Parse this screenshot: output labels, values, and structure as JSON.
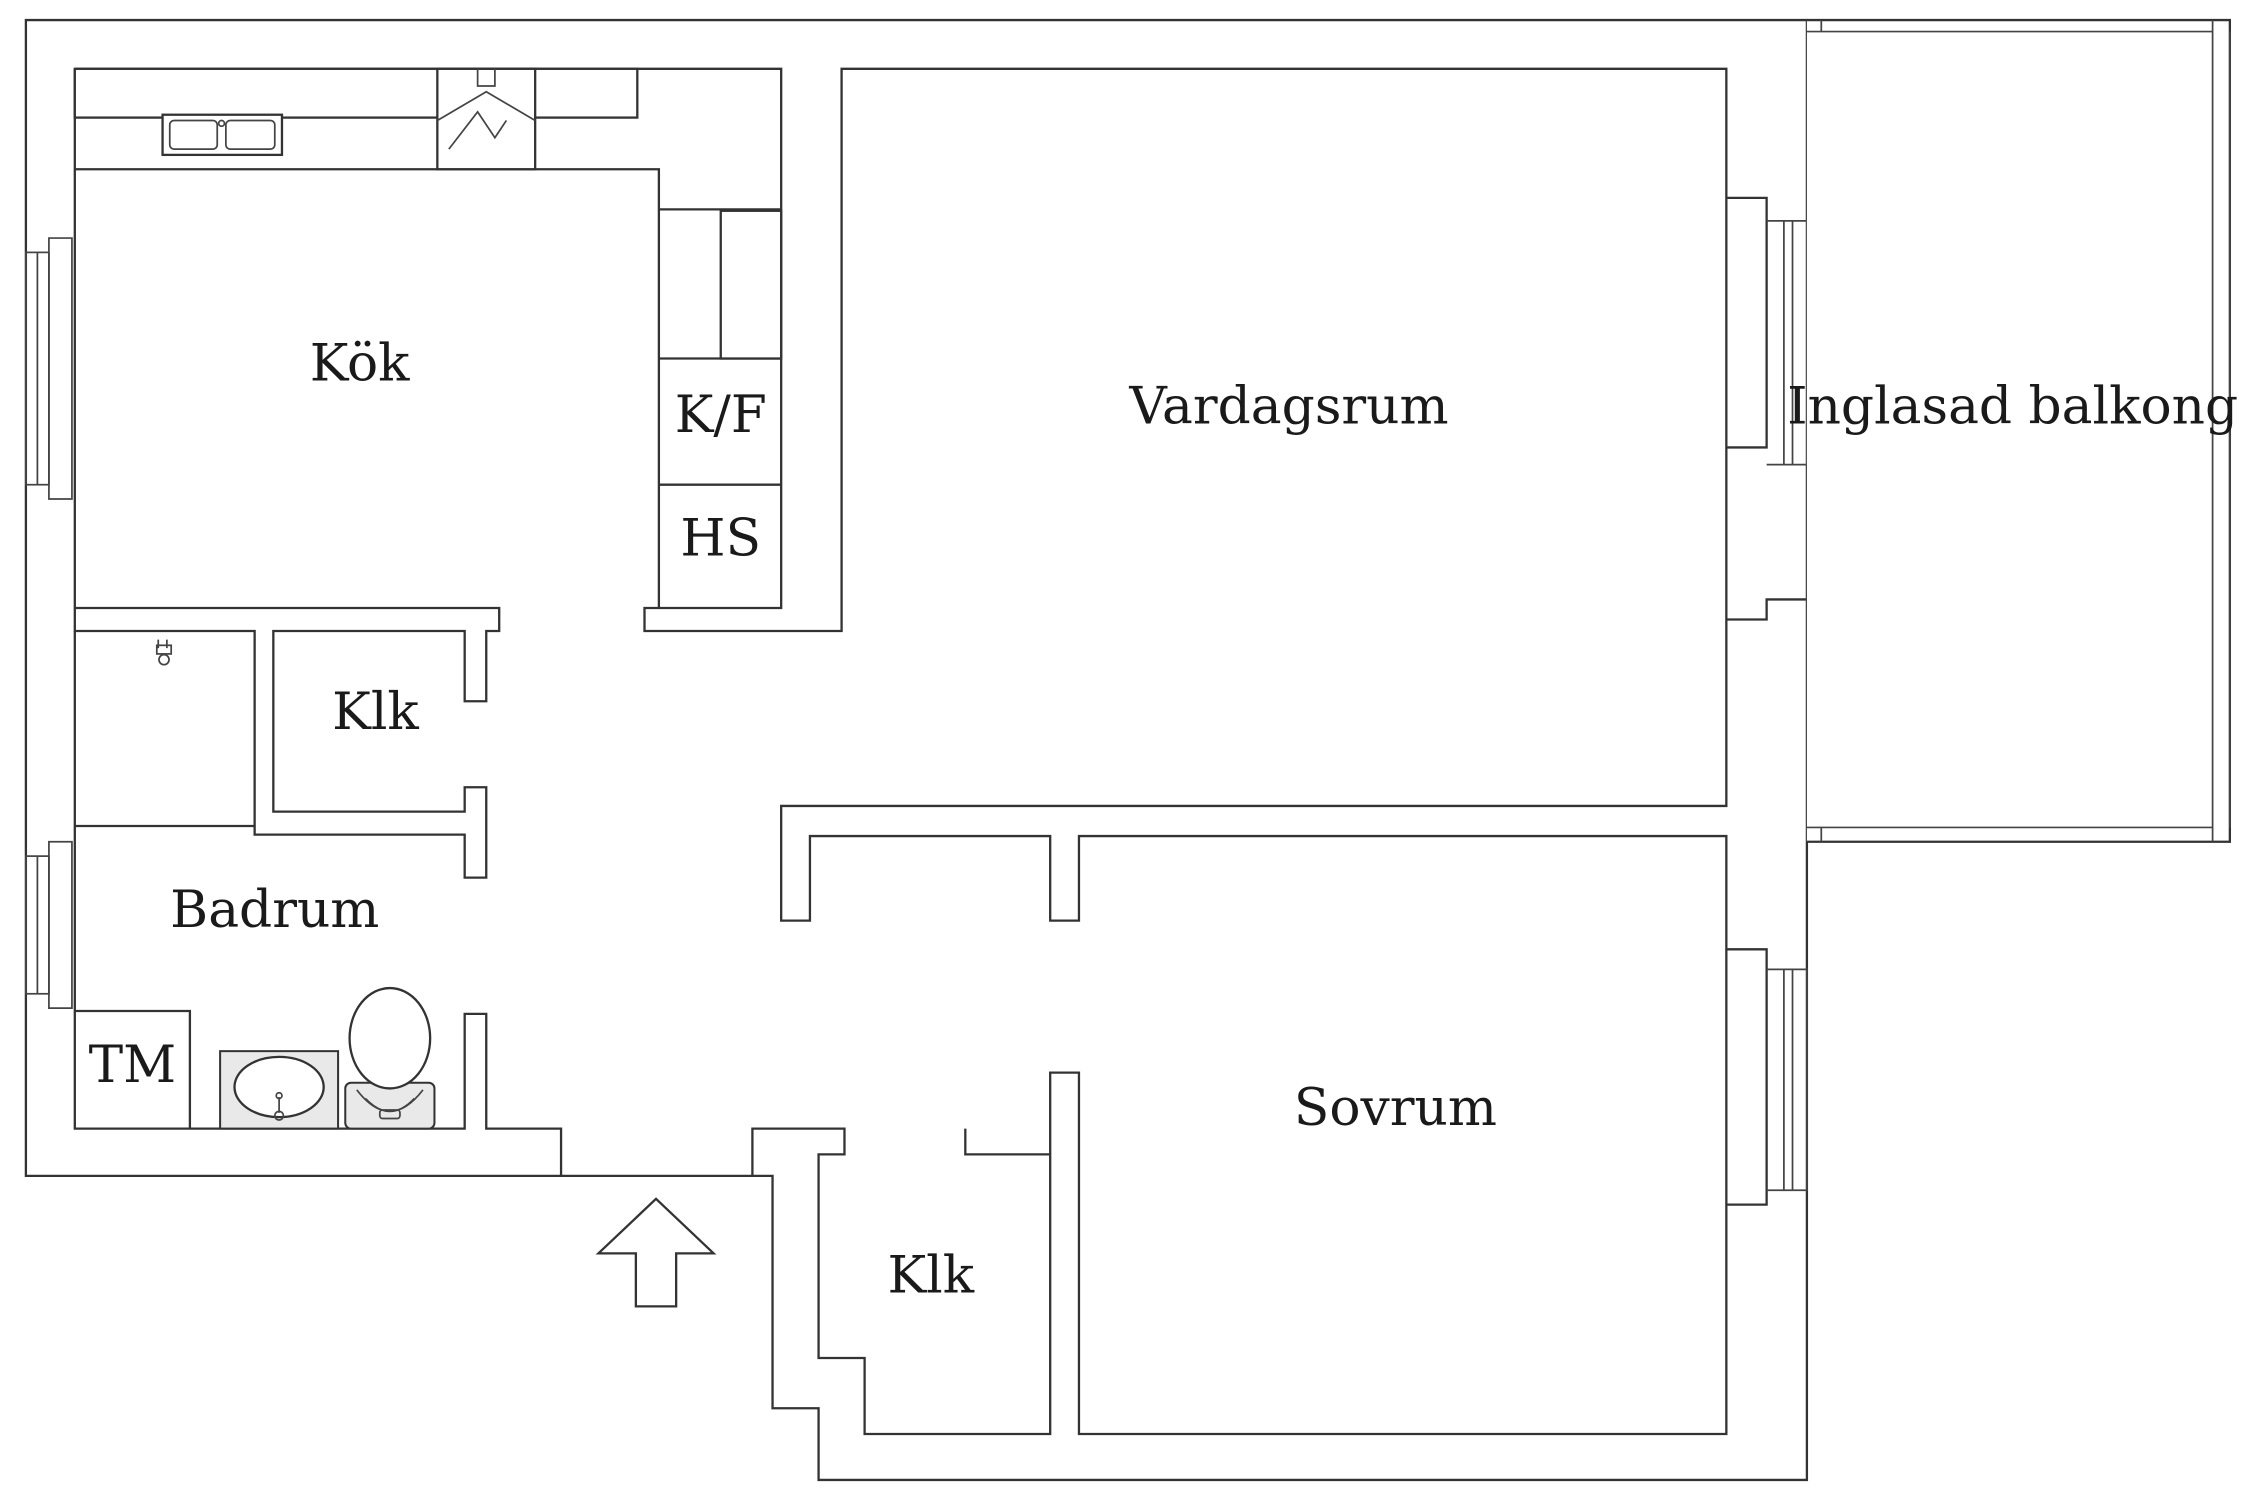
{
  "floor_plan": {
    "rooms": {
      "kitchen": "Kök",
      "living_room": "Vardagsrum",
      "glazed_balcony": "Inglasad balkong",
      "closet_hall": "Klk",
      "bathroom": "Badrum",
      "bedroom": "Sovrum",
      "closet_bedroom": "Klk"
    },
    "appliances": {
      "fridge_freezer": "K/F",
      "tall_cabinet": "HS",
      "washing_machine": "TM"
    },
    "icons": [
      "kitchen-sink-icon",
      "range-hood-icon",
      "stove-icon",
      "toilet-icon",
      "washbasin-icon",
      "faucet-icon",
      "entrance-arrow-icon"
    ]
  }
}
